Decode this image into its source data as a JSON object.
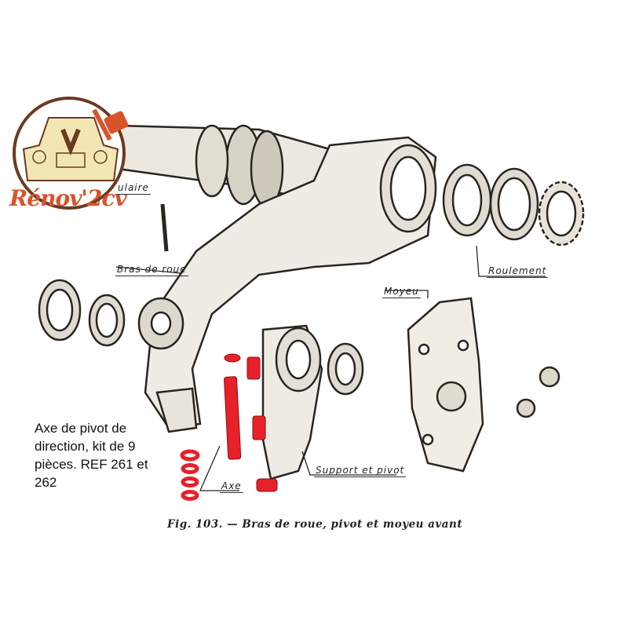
{
  "logo": {
    "text": "Rénov'2cv",
    "colors": {
      "accent": "#d9532a",
      "cream": "#f3e6b5",
      "brown": "#6b3a22"
    }
  },
  "labels": {
    "tube_partial": "ulaire",
    "arm": "Bras de roue",
    "bearing": "Roulement",
    "hub": "Moyeu",
    "support": "Support et pivot",
    "axle": "Axe"
  },
  "caption": "Fig. 103. — Bras de roue, pivot et moyeu avant",
  "product_text": "Axe de pivot de direction, kit de 9 pièces. REF 261 et 262",
  "colors": {
    "highlight": "#e8202a",
    "ink": "#2a2520",
    "paper": "#ffffff"
  }
}
